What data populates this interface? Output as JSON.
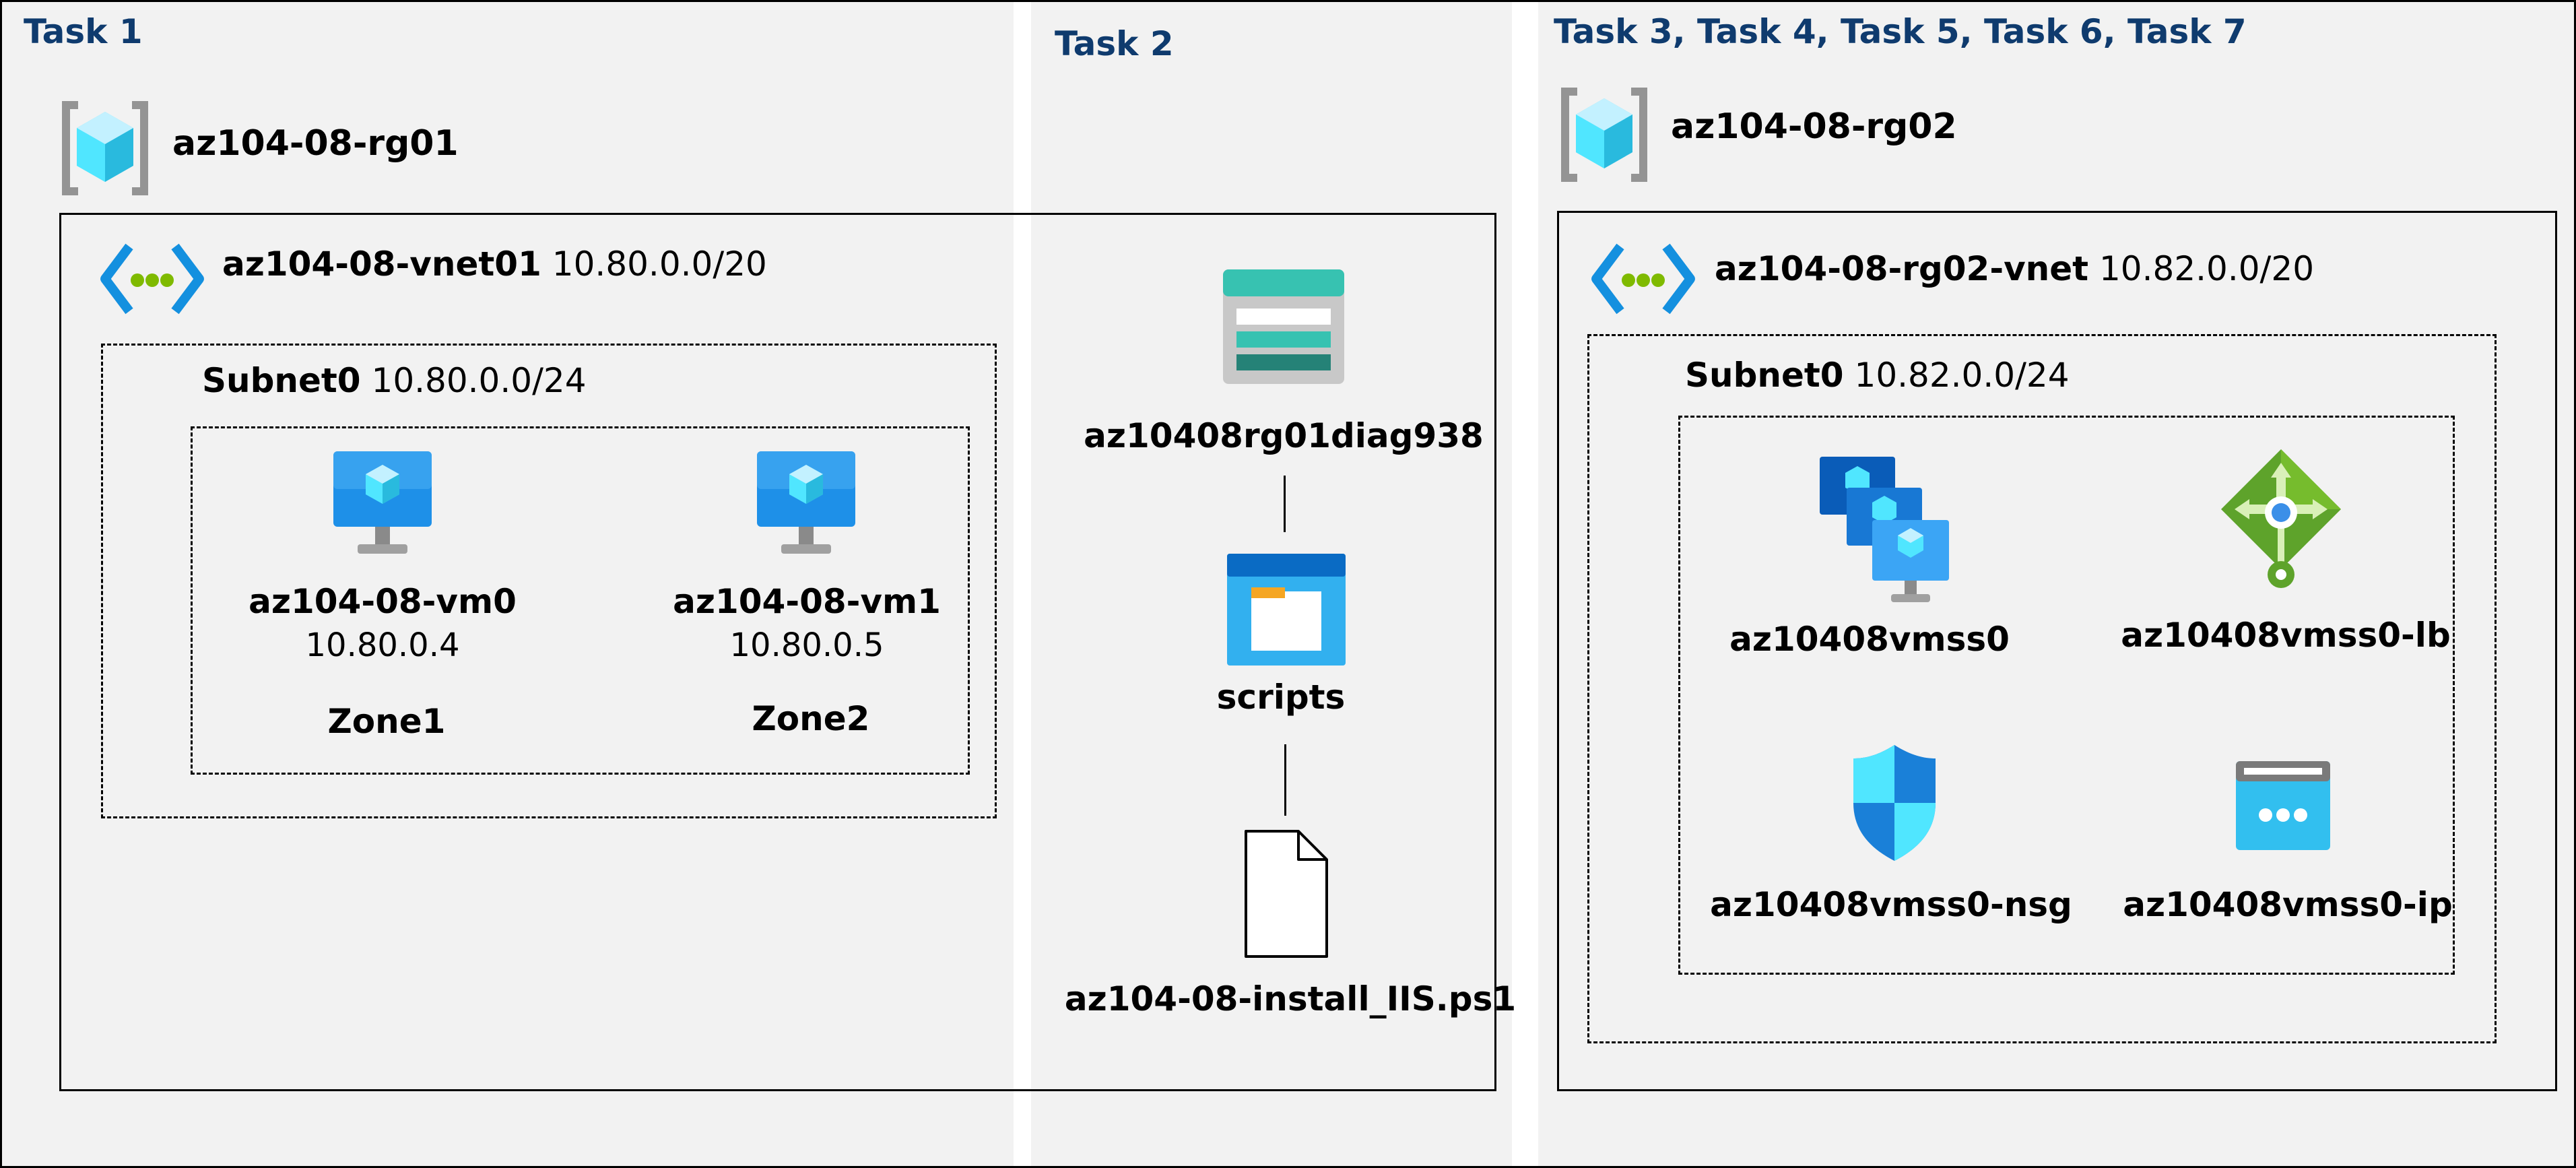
{
  "tasks": {
    "task1": "Task 1",
    "task2": "Task 2",
    "task3": "Task 3, Task 4, Task 5, Task 6, Task 7"
  },
  "rg01": {
    "name": "az104-08-rg01",
    "vnet": {
      "name": "az104-08-vnet01",
      "cidr": "10.80.0.0/20"
    },
    "subnet": {
      "name": "Subnet0",
      "cidr": "10.80.0.0/24"
    },
    "vms": [
      {
        "name": "az104-08-vm0",
        "ip": "10.80.0.4",
        "zone": "Zone1"
      },
      {
        "name": "az104-08-vm1",
        "ip": "10.80.0.5",
        "zone": "Zone2"
      }
    ]
  },
  "storage": {
    "account": "az10408rg01diag938",
    "container": "scripts",
    "file": "az104-08-install_IIS.ps1"
  },
  "rg02": {
    "name": "az104-08-rg02",
    "vnet": {
      "name": "az104-08-rg02-vnet",
      "cidr": "10.82.0.0/20"
    },
    "subnet": {
      "name": "Subnet0",
      "cidr": "10.82.0.0/24"
    },
    "resources": {
      "vmss": "az10408vmss0",
      "lb": "az10408vmss0-lb",
      "nsg": "az10408vmss0-nsg",
      "ip": "az10408vmss0-ip"
    }
  },
  "colors": {
    "panel": "#f2f2f2",
    "task_heading": "#0f3b6e",
    "azure_blue": "#0078d4",
    "cube_cyan": "#50e6ff",
    "lb_green": "#5ea32b"
  }
}
